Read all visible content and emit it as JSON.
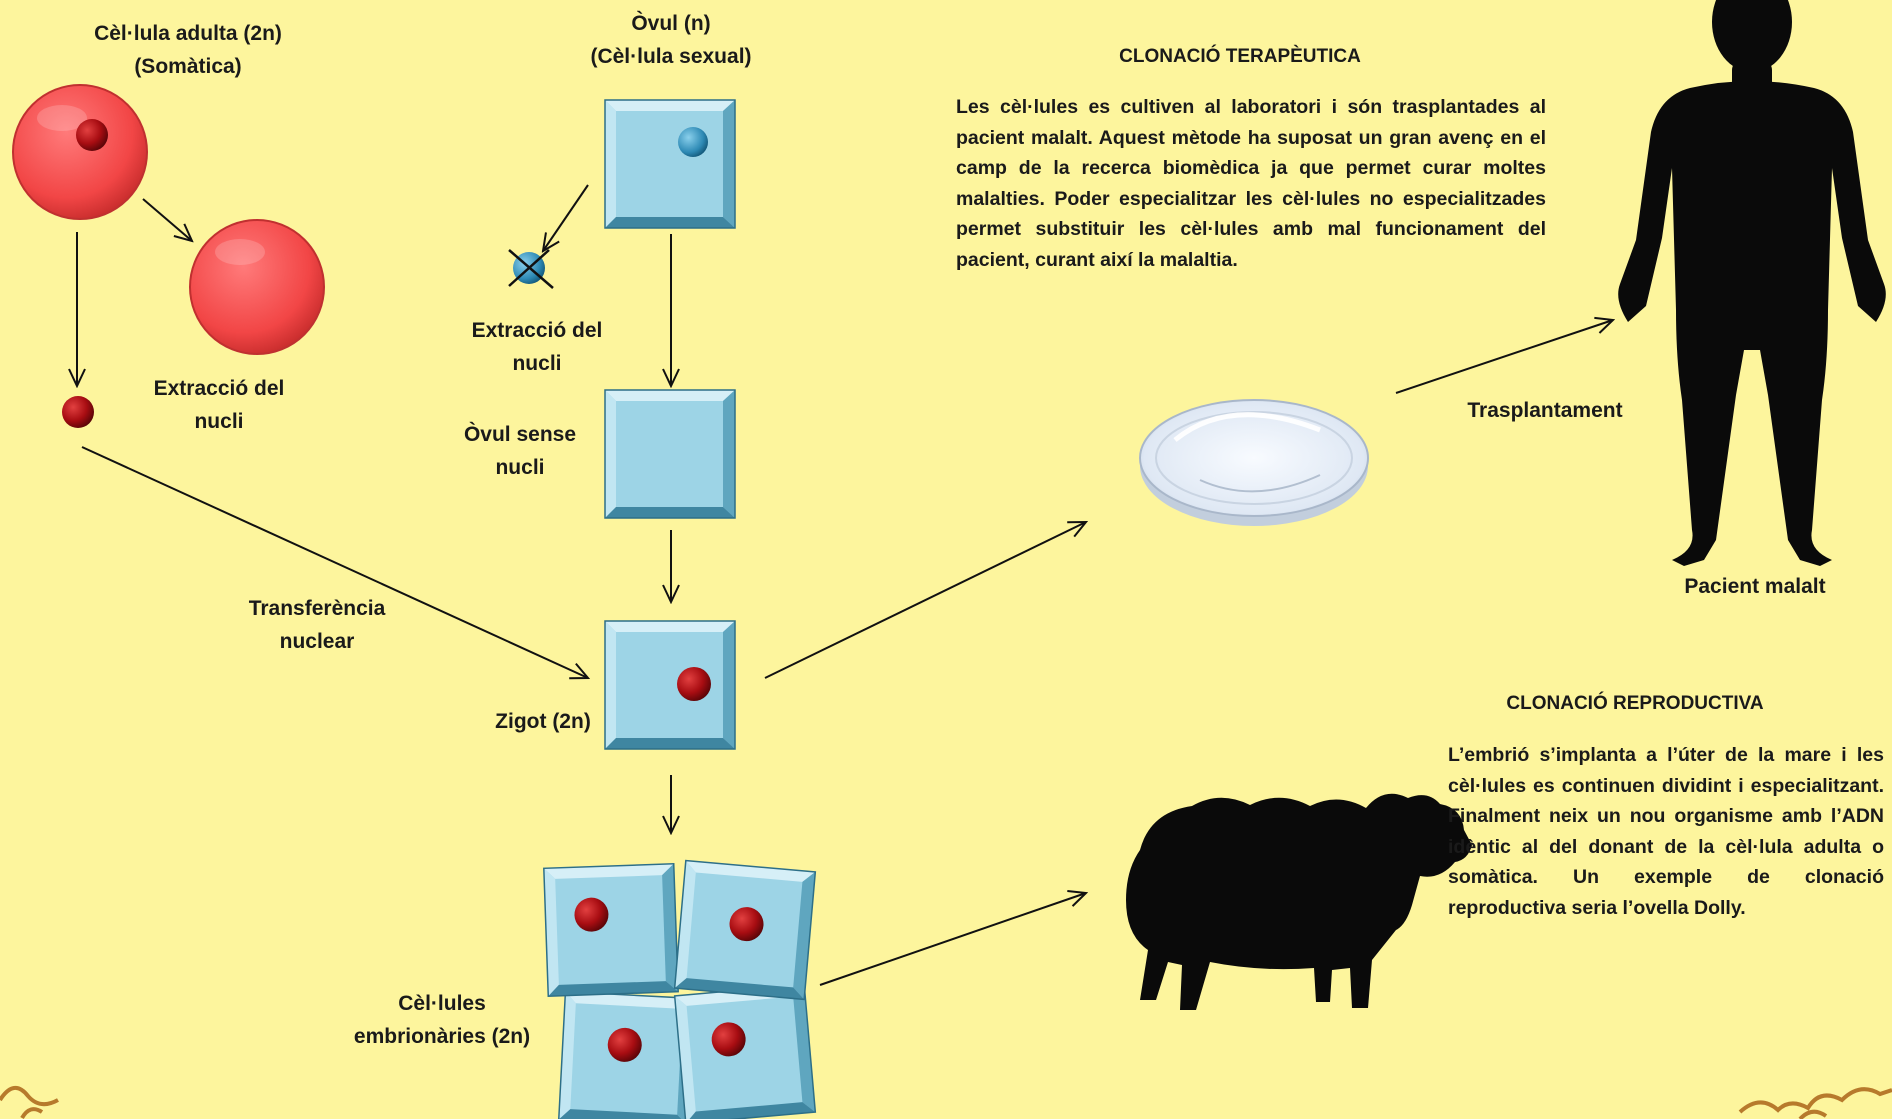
{
  "labels": {
    "adult_cell": "Cèl·lula adulta (2n)\n(Somàtica)",
    "extraction_adult": "Extracció del\nnucli",
    "egg": "Òvul (n)\n(Cèl·lula sexual)",
    "extraction_egg": "Extracció del\nnucli",
    "egg_no_nucleus": "Òvul sense\nnucli",
    "nuclear_transfer": "Transferència\nnuclear",
    "zygote": "Zigot (2n)",
    "embryonic_cells": "Cèl·lules\nembrionàries (2n)",
    "transplant": "Trasplantament",
    "patient": "Pacient malalt"
  },
  "therapeutic": {
    "title": "CLONACIÓ TERAPÈUTICA",
    "text": "Les cèl·lules es cultiven al laboratori i són trasplantades al pacient malalt. Aquest mètode ha suposat un gran avenç en el camp de la recerca biomèdica ja que permet curar moltes malalties. Poder especialitzar les cèl·lules no especialitzades permet substituir les cèl·lules amb mal funcionament del pacient, curant així la malaltia."
  },
  "reproductive": {
    "title": "CLONACIÓ REPRODUCTIVA",
    "text": "L’embrió s’implanta a l’úter de la mare i les cèl·lules es continuen dividint i especialitzant. Finalment neix un nou organisme amb l’ADN idèntic al del donant de la cèl·lula adulta o somàtica. Un exemple de clonació reproductiva seria l’ovella Dolly."
  },
  "colors": {
    "background": "#fdf59d",
    "cell_blue": "#9dd4e6",
    "cell_red": "#f25050",
    "nucleus_red": "#a80d12"
  }
}
